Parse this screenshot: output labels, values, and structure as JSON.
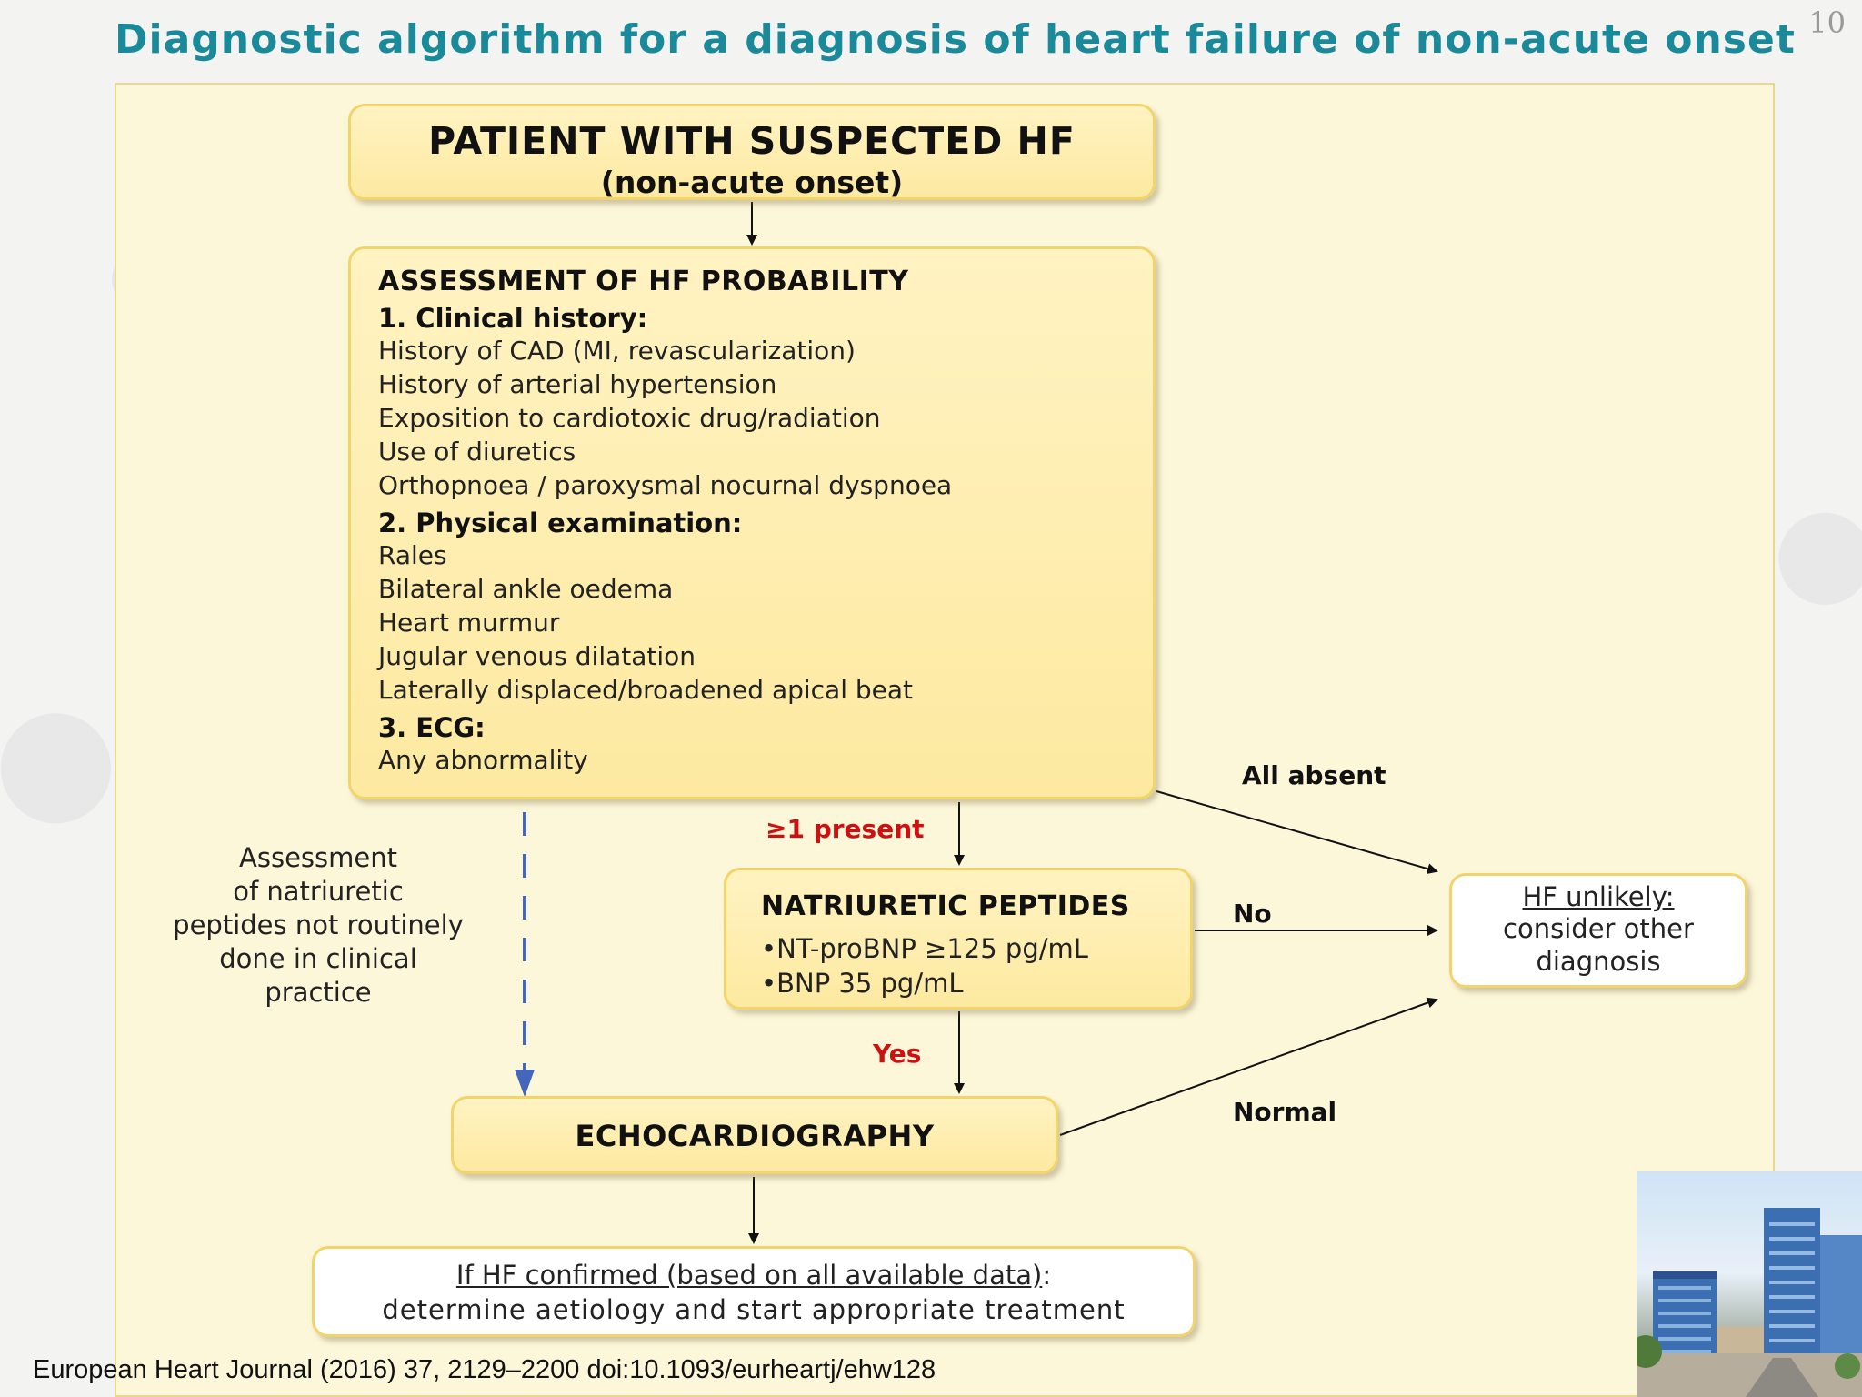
{
  "title": "Diagnostic algorithm for a diagnosis of heart failure of non-acute onset",
  "page_number": "10",
  "patient_box": {
    "line1": "PATIENT WITH SUSPECTED HF",
    "line2": "(non-acute onset)"
  },
  "assessment_box": {
    "header": "ASSESSMENT OF HF PROBABILITY",
    "sections": [
      {
        "title": "1. Clinical history:",
        "items": [
          "History of CAD (MI, revascularization)",
          "History of arterial hypertension",
          "Exposition to cardiotoxic drug/radiation",
          "Use of diuretics",
          "Orthopnoea / paroxysmal nocurnal dyspnoea"
        ]
      },
      {
        "title": "2. Physical examination:",
        "items": [
          "Rales",
          "Bilateral ankle oedema",
          "Heart murmur",
          "Jugular venous dilatation",
          "Laterally displaced/broadened apical beat"
        ]
      },
      {
        "title": "3. ECG:",
        "items": [
          "Any abnormality"
        ]
      }
    ]
  },
  "np_box": {
    "header": "NATRIURETIC PEPTIDES",
    "items": [
      "•NT-proBNP ≥125 pg/mL",
      "•BNP 35 pg/mL"
    ]
  },
  "echo_box": {
    "label": "ECHOCARDIOGRAPHY"
  },
  "unlikely_box": {
    "line1": "HF unlikely:",
    "line2": "consider other",
    "line3": "diagnosis"
  },
  "confirm_box": {
    "underlined": "If HF confirmed (based on all available data)",
    "suffix": ":",
    "line2": "determine aetiology and start appropriate treatment"
  },
  "labels": {
    "all_absent": "All absent",
    "present": "≥1 present",
    "no": "No",
    "yes": "Yes",
    "normal": "Normal"
  },
  "side_note": [
    "Assessment",
    "of natriuretic",
    "peptides not routinely",
    "done in clinical",
    "practice"
  ],
  "citation": "European Heart Journal (2016) 37, 2129–2200 doi:10.1093/eurheartj/ehw128",
  "colors": {
    "title": "#1a8a9a",
    "panel_bg": "#fdf7d9",
    "box_border": "#f3d46b",
    "dashed_arrow": "#4466bb",
    "red_label": "#cc1111"
  }
}
